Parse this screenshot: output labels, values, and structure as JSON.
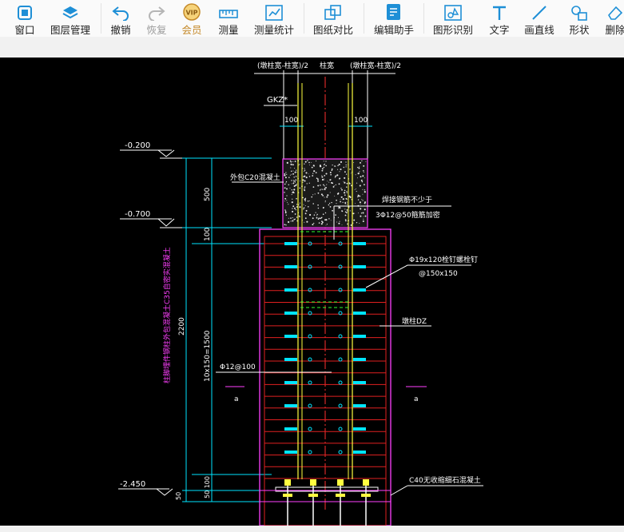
{
  "toolbar": {
    "window": "窗口",
    "layers": "图层管理",
    "undo": "撤销",
    "redo": "恢复",
    "vip": "会员",
    "vip_badge": "VIP",
    "measure": "测量",
    "measure_stats": "测量统计",
    "compare": "图纸对比",
    "edit_helper": "编辑助手",
    "shape_recognize": "图形识别",
    "text": "文字",
    "line": "画直线",
    "shape": "形状",
    "delete": "删除"
  },
  "colors": {
    "accent": "#1e8fd6",
    "vip": "#c58a2a",
    "canvas_bg": "#000000"
  },
  "drawing": {
    "top_label_left": "(墩柱宽-柱宽)/2",
    "top_label_center": "柱宽",
    "top_label_right": "(墩柱宽-柱宽)/2",
    "column_tag": "GKZ*",
    "dim_100_left": "100",
    "dim_100_right": "100",
    "level_top": "-0.200",
    "level_mid": "-0.700",
    "level_bottom": "-2.450",
    "fill_note": "外包C20混凝土",
    "dim_500": "500",
    "dim_100a": "100",
    "dim_2200": "2200",
    "dim_spacing": "10x150=1500",
    "dim_50_100": "50 100",
    "dim_50": "50",
    "vertical_note": "柱脚埋件钢柱外包混凝土C35自密实混凝土",
    "note_weld": "焊接钢筋不少于",
    "note_rebar": "3Φ12@50箍筋加密",
    "stud": "Φ19x120栓钉螺栓钉",
    "stud_spacing": "@150x150",
    "pier_label": "墩柱DZ",
    "hoop_label": "Φ12@100",
    "section_a_left": "a",
    "section_a_right": "a",
    "base_note": "C40无收缩细石混凝土",
    "dim_50_small": "50"
  }
}
